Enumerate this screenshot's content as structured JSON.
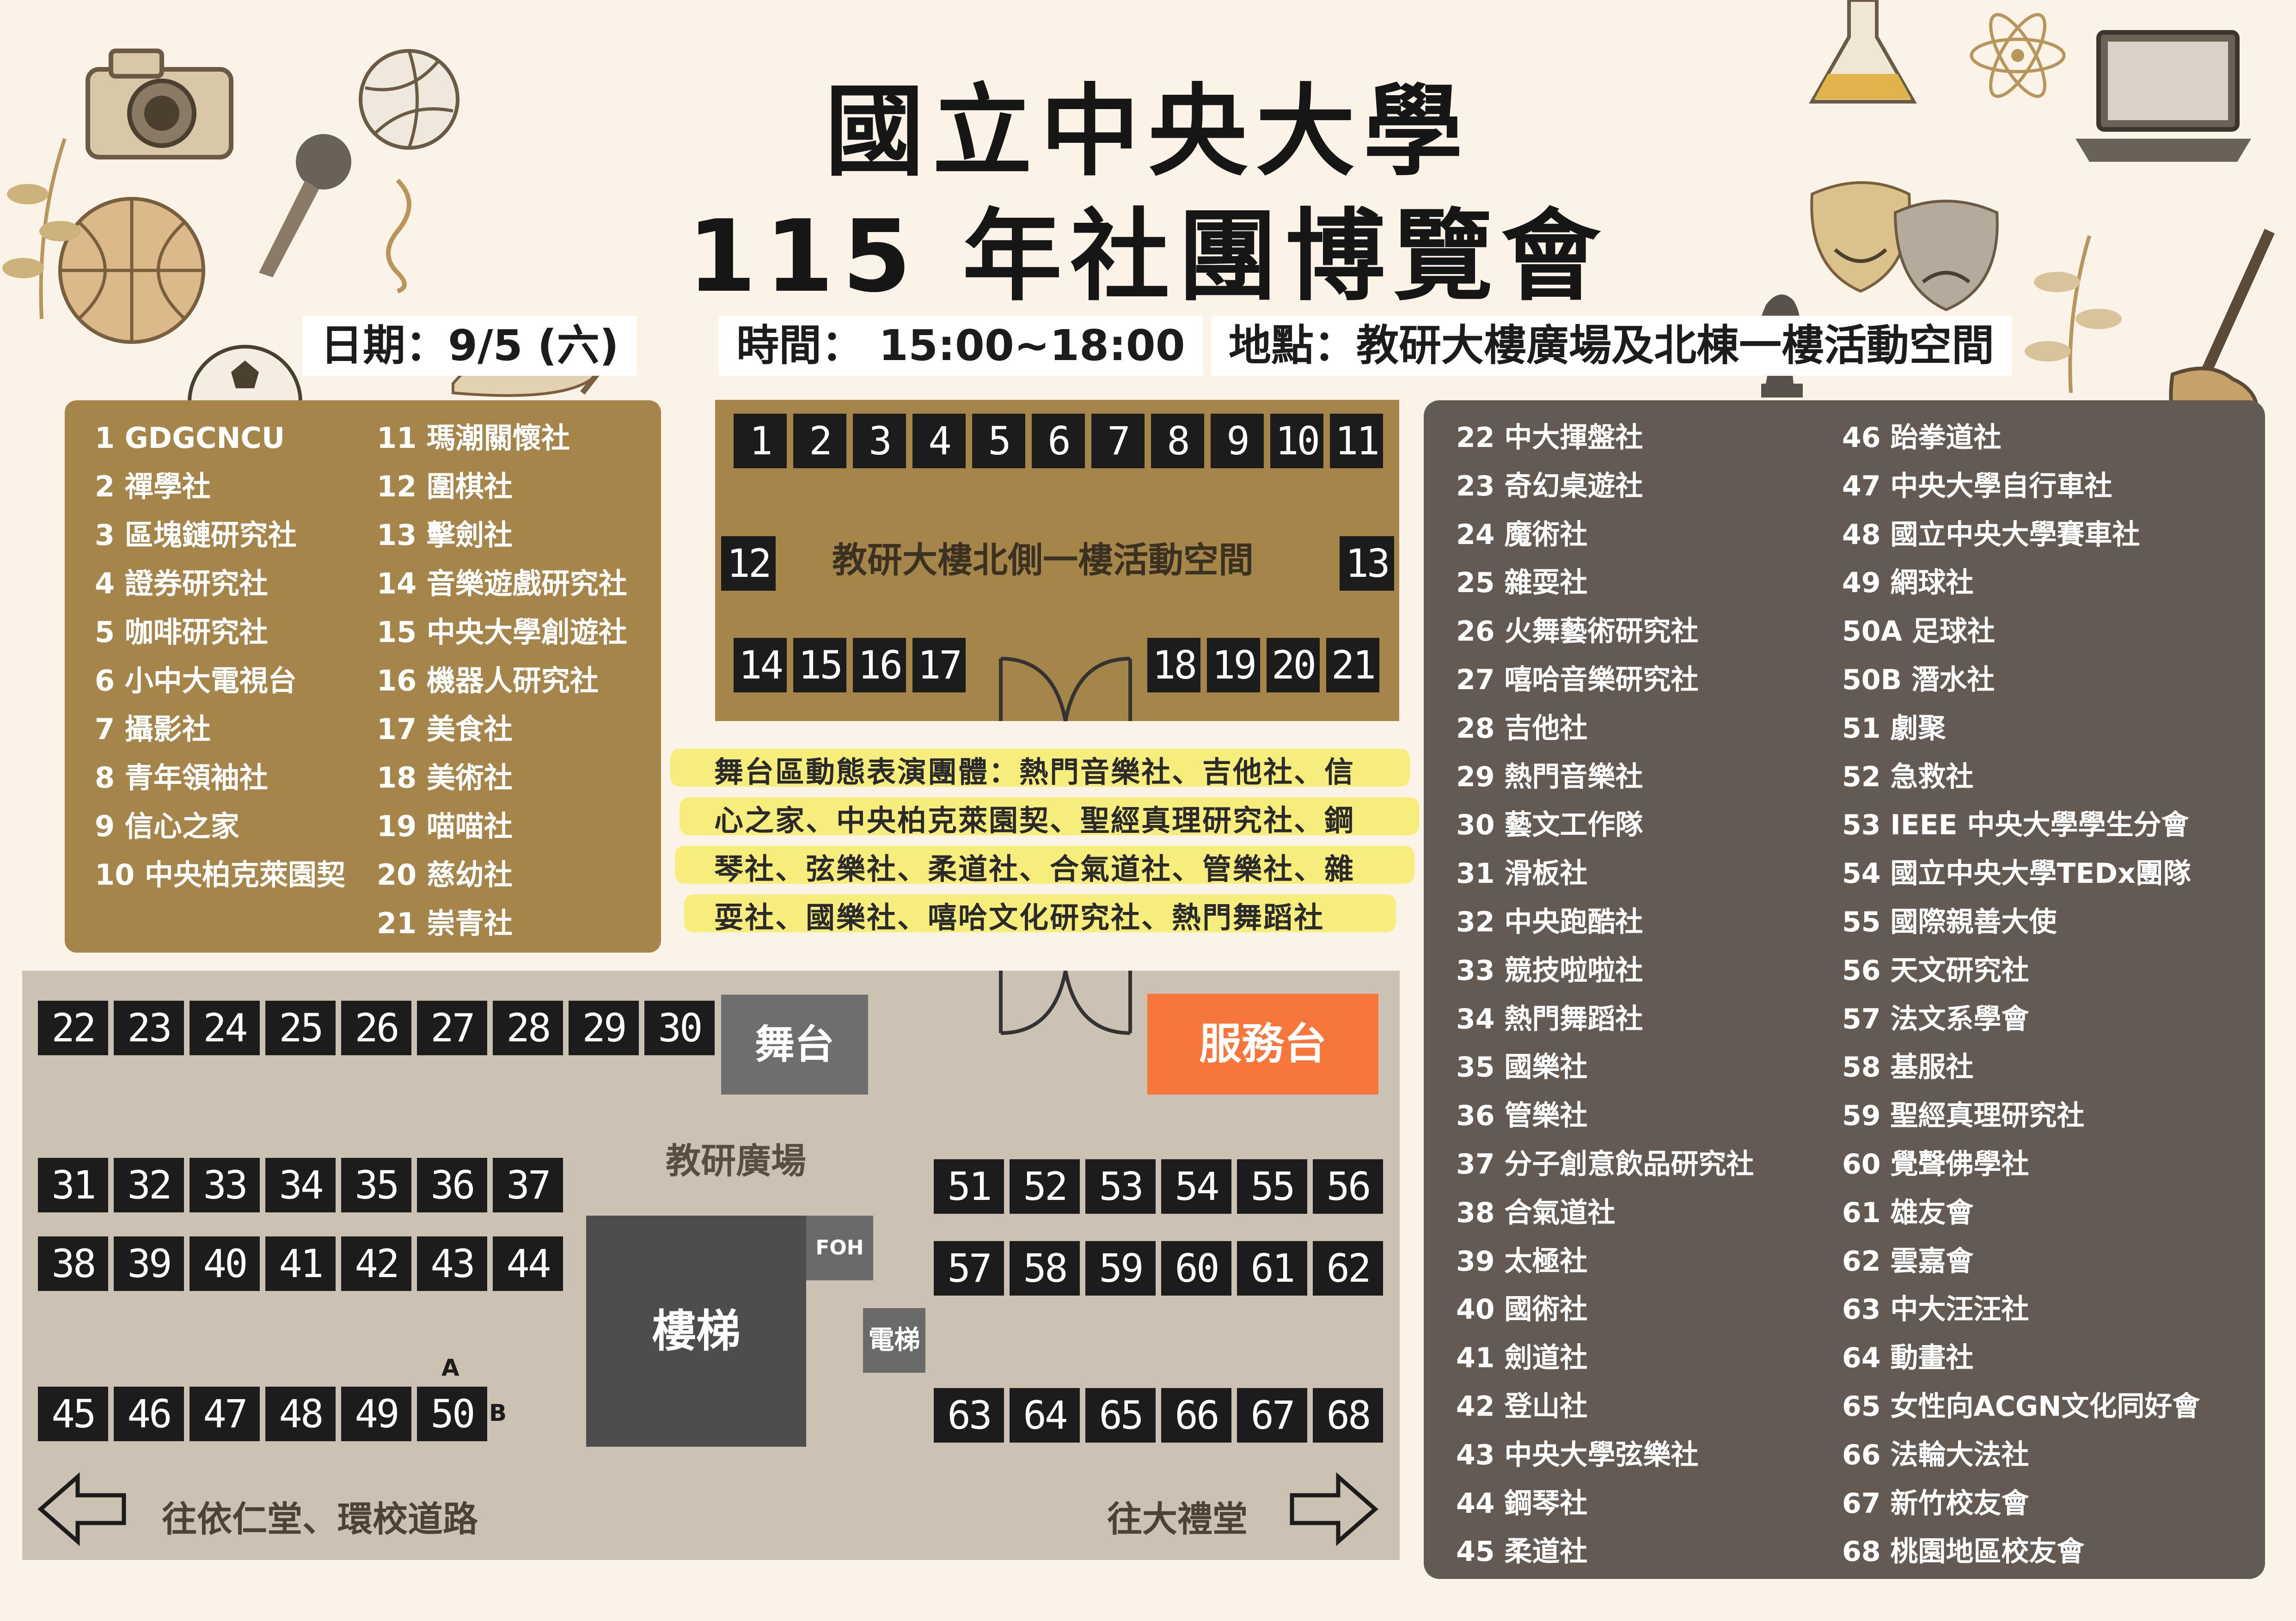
{
  "title": {
    "line1": "國立中央大學",
    "line2": "115 年社團博覽會"
  },
  "event_info": {
    "date": "日期：9/5 (六)",
    "time_label": "時間：",
    "time_value": "15:00~18:00",
    "location": "地點：教研大樓廣場及北棟一樓活動空間"
  },
  "club_list_left": [
    "1  GDGCNCU",
    "2 禪學社",
    "3 區塊鏈研究社",
    "4 證券研究社",
    "5 咖啡研究社",
    "6 小中大電視台",
    "7 攝影社",
    "8 青年領袖社",
    "9 信心之家",
    "10 中央柏克萊園契"
  ],
  "club_list_left2": [
    "11 瑪潮關懷社",
    "12 圍棋社",
    "13 擊劍社",
    "14 音樂遊戲研究社",
    "15 中央大學創遊社",
    "16 機器人研究社",
    "17 美食社",
    "18 美術社",
    "19 喵喵社",
    "20 慈幼社",
    "21 崇青社"
  ],
  "club_list_right": [
    "22 中大揮盤社",
    "23 奇幻桌遊社",
    "24 魔術社",
    "25 雜耍社",
    "26 火舞藝術研究社",
    "27 嘻哈音樂研究社",
    "28 吉他社",
    "29 熱門音樂社",
    "30 藝文工作隊",
    "31 滑板社",
    "32 中央跑酷社",
    "33 競技啦啦社",
    "34 熱門舞蹈社",
    "35 國樂社",
    "36 管樂社",
    "37 分子創意飲品研究社",
    "38 合氣道社",
    "39 太極社",
    "40 國術社",
    "41 劍道社",
    "42 登山社",
    "43 中央大學弦樂社",
    "44 鋼琴社",
    "45 柔道社"
  ],
  "club_list_right2": [
    "46 跆拳道社",
    "47 中央大學自行車社",
    "48 國立中央大學賽車社",
    "49 網球社",
    "50A 足球社",
    "50B 潛水社",
    "51 劇聚",
    "52 急救社",
    "53 IEEE 中央大學學生分會",
    "54 國立中央大學TEDx團隊",
    "55 國際親善大使",
    "56 天文研究社",
    "57 法文系學會",
    "58 基服社",
    "59 聖經真理研究社",
    "60 覺聲佛學社",
    "61 雄友會",
    "62 雲嘉會",
    "63 中大汪汪社",
    "64 動畫社",
    "65 女性向ACGN文化同好會",
    "66 法輪大法社",
    "67 新竹校友會",
    "68 桃園地區校友會"
  ],
  "north_hall": {
    "label": "教研大樓北側一樓活動空間",
    "top_row": [
      "1",
      "2",
      "3",
      "4",
      "5",
      "6",
      "7",
      "8",
      "9",
      "10",
      "11"
    ],
    "side_left": "12",
    "side_right": "13",
    "bottom_left": [
      "14",
      "15",
      "16",
      "17"
    ],
    "bottom_right": [
      "18",
      "19",
      "20",
      "21"
    ]
  },
  "stage_note": "舞台區動態表演團體：熱門音樂社、吉他社、信心之家、中央柏克萊園契、聖經真理研究社、鋼琴社、弦樂社、柔道社、合氣道社、管樂社、雜耍社、國樂社、嘻哈文化研究社、熱門舞蹈社",
  "plaza": {
    "label": "教研廣場",
    "stage": "舞台",
    "service_desk": "服務台",
    "stairs": "樓梯",
    "foh": "FOH",
    "elevator": "電梯",
    "marker_a": "A",
    "marker_b": "B",
    "row_top": [
      "22",
      "23",
      "24",
      "25",
      "26",
      "27",
      "28",
      "29",
      "30"
    ],
    "left_row1": [
      "31",
      "32",
      "33",
      "34",
      "35",
      "36",
      "37"
    ],
    "left_row2": [
      "38",
      "39",
      "40",
      "41",
      "42",
      "43",
      "44"
    ],
    "left_row3": [
      "45",
      "46",
      "47",
      "48",
      "49",
      "50"
    ],
    "right_row1": [
      "51",
      "52",
      "53",
      "54",
      "55",
      "56"
    ],
    "right_row2": [
      "57",
      "58",
      "59",
      "60",
      "61",
      "62"
    ],
    "right_row3": [
      "63",
      "64",
      "65",
      "66",
      "67",
      "68"
    ],
    "dir_left": "往依仁堂、環校道路",
    "dir_right": "往大禮堂"
  },
  "colors": {
    "background": "#fbf3e8",
    "gold_panel": "#a5854a",
    "dark_panel": "#635b53",
    "plaza": "#ccc2b4",
    "booth": "#1c1c1c",
    "service": "#f6763b",
    "highlight": "#f6ed7c"
  },
  "decorations": [
    "camera-icon",
    "volleyball-icon",
    "basketball-icon",
    "microphone-icon",
    "music-note-icon",
    "soccer-ball-icon",
    "palette-icon",
    "flask-icon",
    "atom-icon",
    "laptop-icon",
    "theatre-masks-icon",
    "chess-knight-icon",
    "guitar-icon",
    "leaf-branch-icon"
  ]
}
